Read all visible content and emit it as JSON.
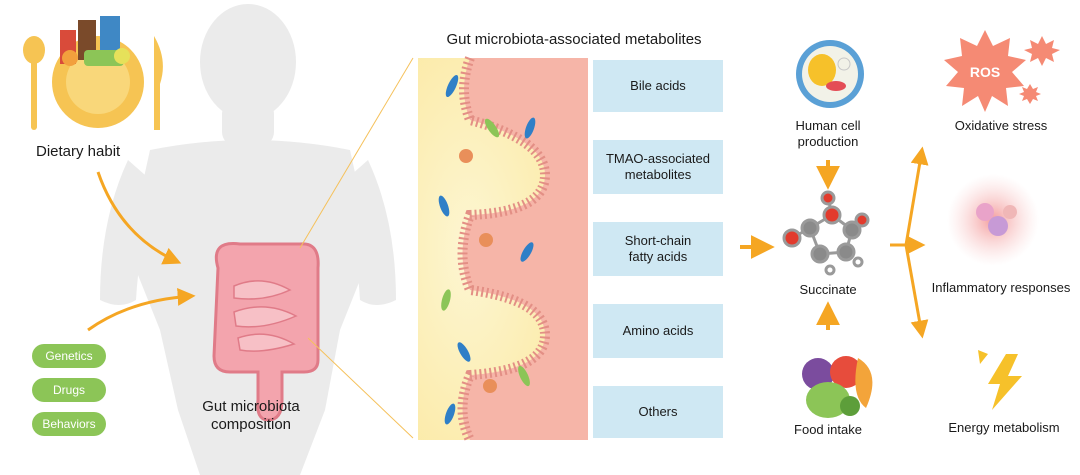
{
  "factors": {
    "dietary_habit": "Dietary habit",
    "pills": [
      "Genetics",
      "Drugs",
      "Behaviors"
    ],
    "gut_composition": [
      "Gut microbiota",
      "composition"
    ]
  },
  "metabolites": {
    "title": "Gut microbiota-associated metabolites",
    "items": [
      [
        "Bile acids"
      ],
      [
        "TMAO-associated",
        "metabolites"
      ],
      [
        "Short-chain",
        "fatty acids"
      ],
      [
        "Amino acids"
      ],
      [
        "Others"
      ]
    ]
  },
  "succinate": {
    "human_cell": [
      "Human cell",
      "production"
    ],
    "label": "Succinate",
    "food_intake": "Food intake"
  },
  "outcomes": {
    "ros": "ROS",
    "oxidative": "Oxidative stress",
    "inflammatory": "Inflammatory responses",
    "energy": "Energy metabolism"
  },
  "colors": {
    "arrow": "#f5a623",
    "metabolite_box": "#cfe8f3",
    "pill": "#8cc557",
    "gut_wall": "#f6b5a8",
    "lumen": "#fdf3c4"
  }
}
